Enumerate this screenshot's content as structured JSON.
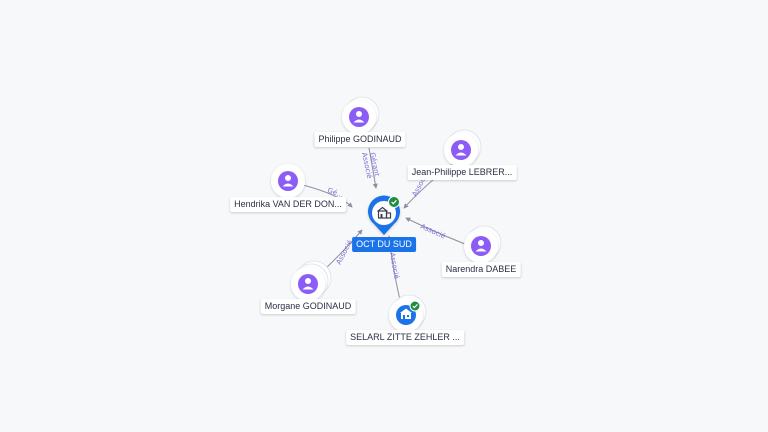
{
  "colors": {
    "background": "#f7f8fa",
    "person_icon": "#8b5cf6",
    "company_accent": "#1a73e8",
    "edge": "#8a8fa3",
    "edge_label": "#7b6fd6",
    "verified_badge": "#1e8e3e"
  },
  "center": {
    "label": "OCT DU SUD",
    "icon": "building-icon",
    "verified": true
  },
  "nodes": [
    {
      "id": "philippe",
      "label": "Philippe GODINAUD",
      "icon": "person-icon"
    },
    {
      "id": "jean-philippe",
      "label": "Jean-Philippe LEBRER...",
      "icon": "person-icon"
    },
    {
      "id": "hendrika",
      "label": "Hendrika VAN DER DON...",
      "icon": "person-icon"
    },
    {
      "id": "narendra",
      "label": "Narendra DABEE",
      "icon": "person-icon"
    },
    {
      "id": "morgane",
      "label": "Morgane GODINAUD",
      "icon": "person-icon"
    },
    {
      "id": "selarl",
      "label": "SELARL ZITTE ZEHLER ...",
      "icon": "building-icon",
      "verified": true
    }
  ],
  "edges": [
    {
      "to": "philippe",
      "labels": [
        "Gérant",
        "Associé"
      ]
    },
    {
      "to": "jean-philippe",
      "labels": [
        "Associé"
      ]
    },
    {
      "to": "hendrika",
      "labels": [
        "Gé..."
      ]
    },
    {
      "to": "narendra",
      "labels": [
        "Associé"
      ]
    },
    {
      "to": "morgane",
      "labels": [
        "Associé"
      ]
    },
    {
      "to": "selarl",
      "labels": [
        "Associé"
      ]
    }
  ]
}
